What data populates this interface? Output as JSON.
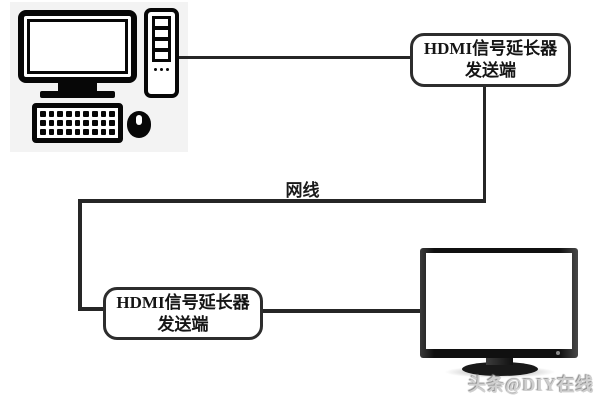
{
  "diagram": {
    "boxes": {
      "top": {
        "line1": "HDMI信号延长器",
        "line2": "发送端"
      },
      "bottom": {
        "line1": "HDMI信号延长器",
        "line2": "发送端"
      }
    },
    "labels": {
      "cable": "网线"
    },
    "watermark": "头条@DIY在线",
    "icons": {
      "source": "desktop-computer-icon",
      "display": "lcd-monitor-icon"
    },
    "colors": {
      "connector_line": "#262626",
      "box_border": "#2d2d2d",
      "box_fill": "#ffffff",
      "icon_ink": "#070707",
      "computer_backdrop": "#f3f3f3",
      "watermark_text": "#cfcfcf",
      "page_background": "#ffffff"
    }
  }
}
